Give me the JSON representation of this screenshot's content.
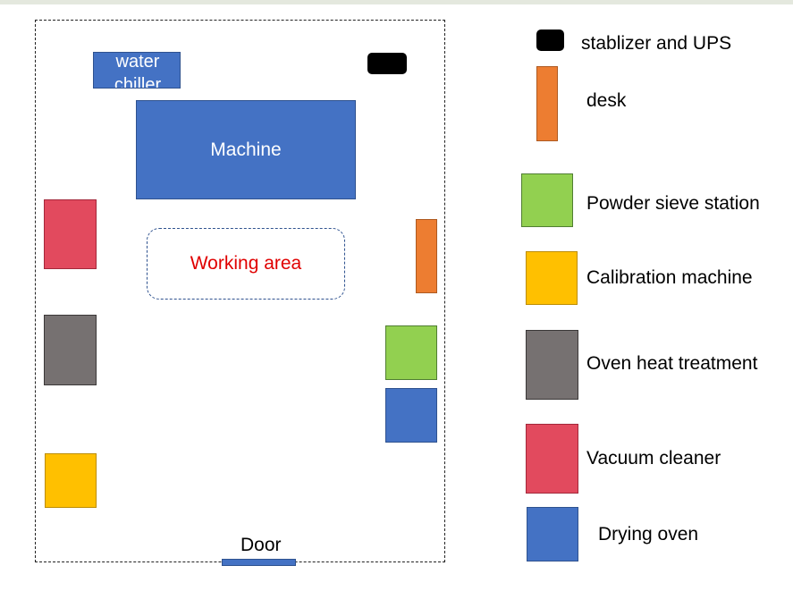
{
  "layout": {
    "water_chiller_label": "water chiller",
    "machine_label": "Machine",
    "working_area_label": "Working area",
    "door_label": "Door"
  },
  "legend": [
    {
      "label": "stablizer and UPS",
      "color": "#000000"
    },
    {
      "label": "desk",
      "color": "#ed7d31"
    },
    {
      "label": "Powder sieve station",
      "color": "#92d050"
    },
    {
      "label": "Calibration machine",
      "color": "#ffc000"
    },
    {
      "label": "Oven heat treatment",
      "color": "#767171"
    },
    {
      "label": "Vacuum cleaner",
      "color": "#e24a5e"
    },
    {
      "label": "Drying oven",
      "color": "#4472c4"
    }
  ]
}
